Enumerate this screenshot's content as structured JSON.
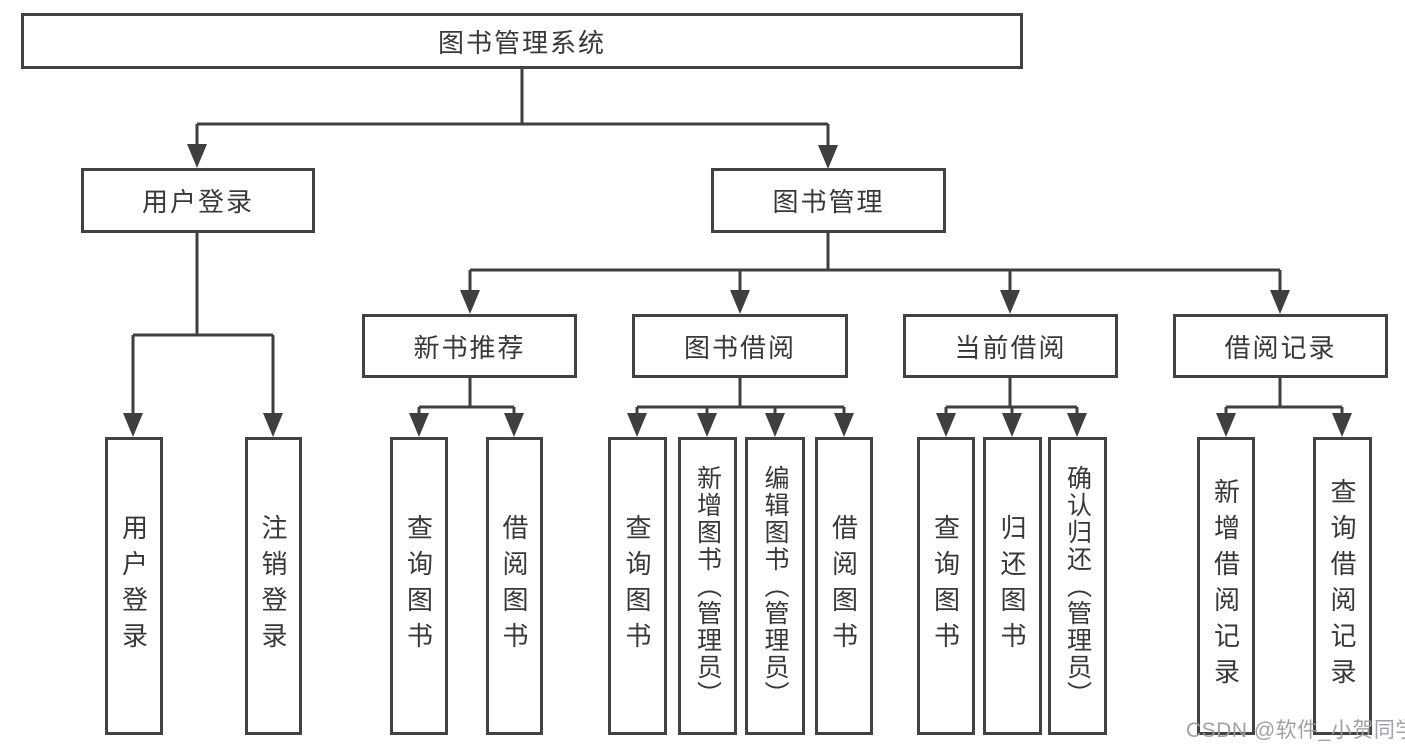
{
  "tree": {
    "label": "图书管理系统",
    "children": [
      {
        "label": "用户登录",
        "children": [
          {
            "label": "用户登录"
          },
          {
            "label": "注销登录"
          }
        ]
      },
      {
        "label": "图书管理",
        "children": [
          {
            "label": "新书推荐",
            "children": [
              {
                "label": "查询图书"
              },
              {
                "label": "借阅图书"
              }
            ]
          },
          {
            "label": "图书借阅",
            "children": [
              {
                "label": "查询图书"
              },
              {
                "label": "新增图书（管理员）"
              },
              {
                "label": "编辑图书（管理员）"
              },
              {
                "label": "借阅图书"
              }
            ]
          },
          {
            "label": "当前借阅",
            "children": [
              {
                "label": "查询图书"
              },
              {
                "label": "归还图书"
              },
              {
                "label": "确认归还（管理员）"
              }
            ]
          },
          {
            "label": "借阅记录",
            "children": [
              {
                "label": "新增借阅记录"
              },
              {
                "label": "查询借阅记录"
              }
            ]
          }
        ]
      }
    ]
  },
  "watermark": {
    "text": "CSDN @软件_小贺同学"
  },
  "colors": {
    "line": "#3f3f3f",
    "box_border": "#424242",
    "text": "#383838",
    "box_background": "#ffffff",
    "page_background": "#ffffff",
    "watermark": "#9b9ca2"
  }
}
